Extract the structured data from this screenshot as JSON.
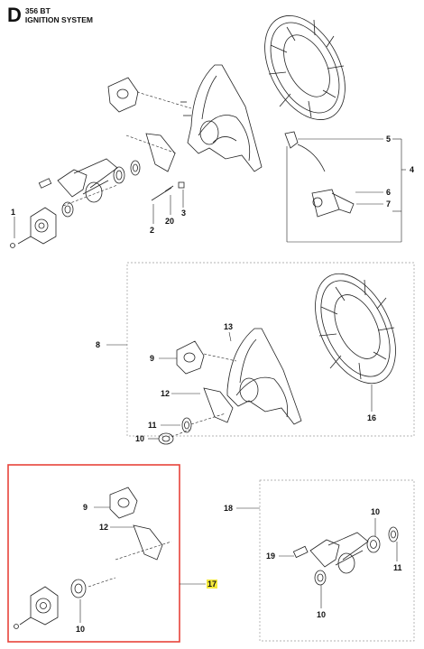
{
  "header": {
    "section_letter": "D",
    "model": "356 BT",
    "title": "IGNITION SYSTEM"
  },
  "colors": {
    "highlight_frame": "#e8433a",
    "callout_highlight": "#f5e93a",
    "line": "#222222",
    "dashed_frame": "#9a9a9a"
  },
  "callouts": {
    "c1": "1",
    "c2": "2",
    "c20": "20",
    "c3": "3",
    "c4": "4",
    "c5": "5",
    "c6": "6",
    "c7": "7",
    "c8": "8",
    "c9a": "9",
    "c13": "13",
    "c12a": "12",
    "c11a": "11",
    "c10a": "10",
    "c16": "16",
    "c9b": "9",
    "c12b": "12",
    "c10b": "10",
    "c17": "17",
    "c18": "18",
    "c19": "19",
    "c10c": "10",
    "c10d": "10",
    "c11b": "11"
  }
}
